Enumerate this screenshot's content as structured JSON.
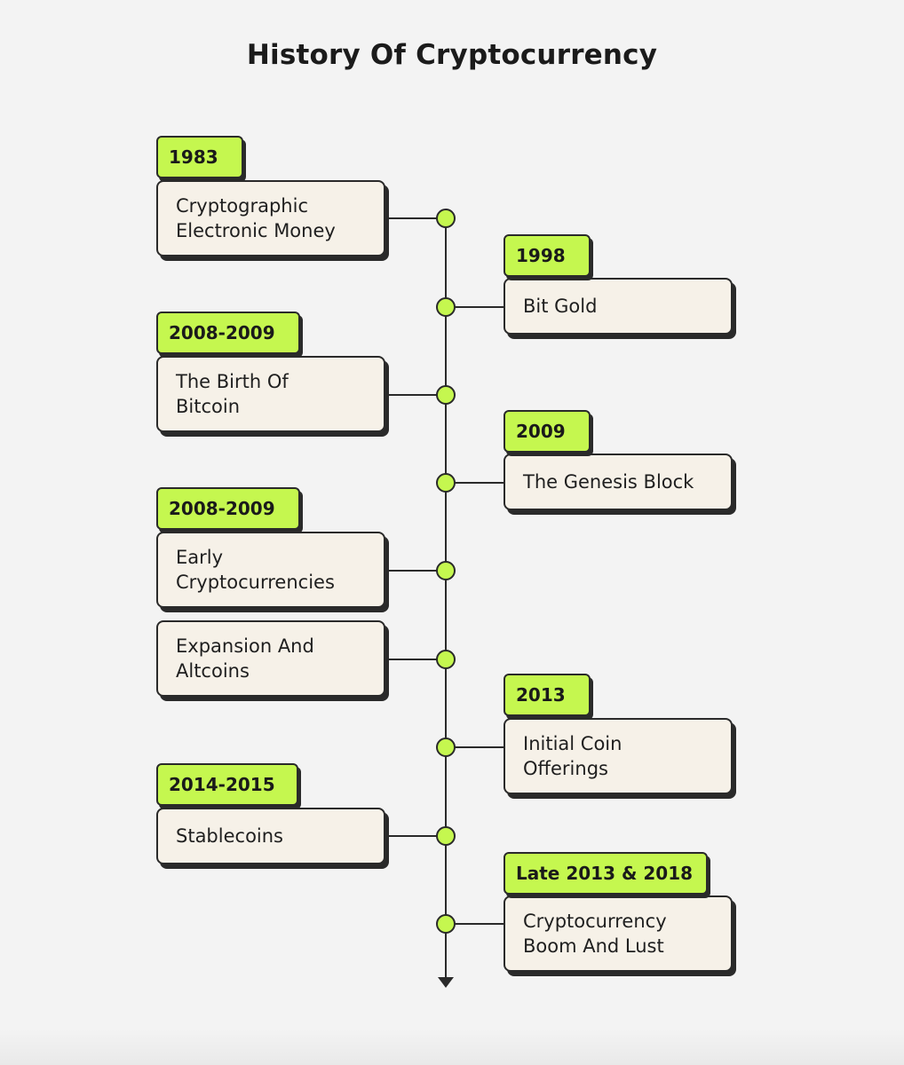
{
  "title": "History Of Cryptocurrency",
  "colors": {
    "accent": "#c5f74f",
    "card": "#f6f1e8",
    "ink": "#2a2a2a",
    "background": "#f3f3f3"
  },
  "events": [
    {
      "year": "1983",
      "label": "Cryptographic\nElectronic Money",
      "side": "left"
    },
    {
      "year": "1998",
      "label": "Bit Gold",
      "side": "right"
    },
    {
      "year": "2008-2009",
      "label": "The Birth Of\nBitcoin",
      "side": "left"
    },
    {
      "year": "2009",
      "label": "The Genesis Block",
      "side": "right"
    },
    {
      "year": "2008-2009",
      "label": "Early\nCryptocurrencies",
      "side": "left"
    },
    {
      "year": "",
      "label": "Expansion And\nAltcoins",
      "side": "left"
    },
    {
      "year": "2013",
      "label": "Initial Coin\nOfferings",
      "side": "right"
    },
    {
      "year": "2014-2015",
      "label": "Stablecoins",
      "side": "left"
    },
    {
      "year": "Late 2013 & 2018",
      "label": "Cryptocurrency\nBoom And Lust",
      "side": "right"
    }
  ]
}
